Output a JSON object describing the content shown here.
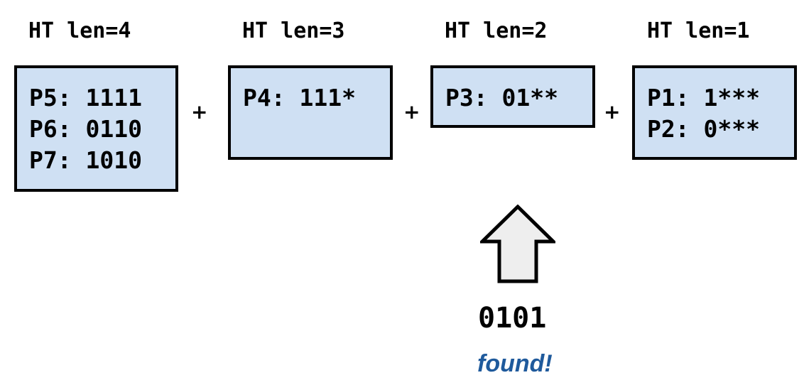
{
  "tables": [
    {
      "title": "HT len=4",
      "entries": [
        "P5: 1111",
        "P6: 0110",
        "P7: 1010"
      ]
    },
    {
      "title": "HT len=3",
      "entries": [
        "P4: 111*"
      ]
    },
    {
      "title": "HT len=2",
      "entries": [
        "P3: 01**"
      ]
    },
    {
      "title": "HT len=1",
      "entries": [
        "P1: 1***",
        "P2: 0***"
      ]
    }
  ],
  "operator": "+",
  "query": {
    "value": "0101",
    "result": "found!"
  },
  "colors": {
    "box_fill": "#cfe0f3",
    "box_border": "#000000",
    "arrow_fill": "#eeeeee",
    "found_text": "#1f5a9c"
  },
  "icons": {
    "lookup_pointer": "up-arrow-icon"
  }
}
